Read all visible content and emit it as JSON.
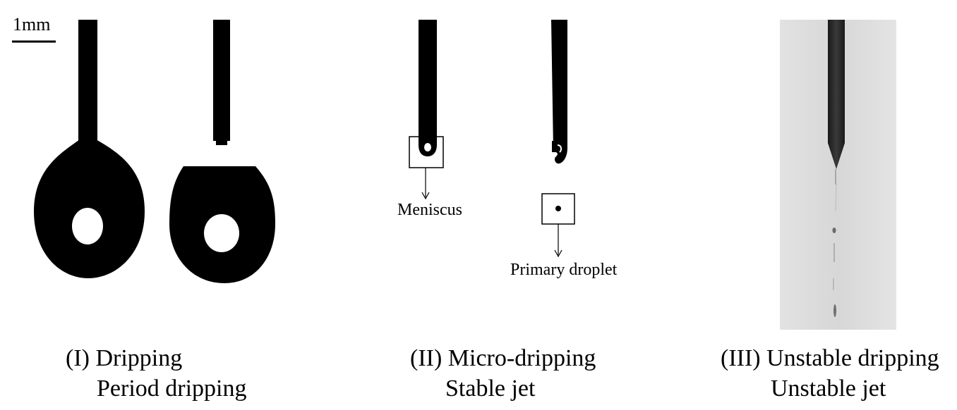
{
  "scale_bar": {
    "label": "1mm"
  },
  "annotations": {
    "meniscus": "Meniscus",
    "primary_droplet": "Primary droplet"
  },
  "panels": [
    {
      "line1": "(I) Dripping",
      "line2": "Period dripping"
    },
    {
      "line1": "(II) Micro-dripping",
      "line2": "Stable jet"
    },
    {
      "line1": "(III) Unstable dripping",
      "line2": "Unstable jet"
    }
  ]
}
